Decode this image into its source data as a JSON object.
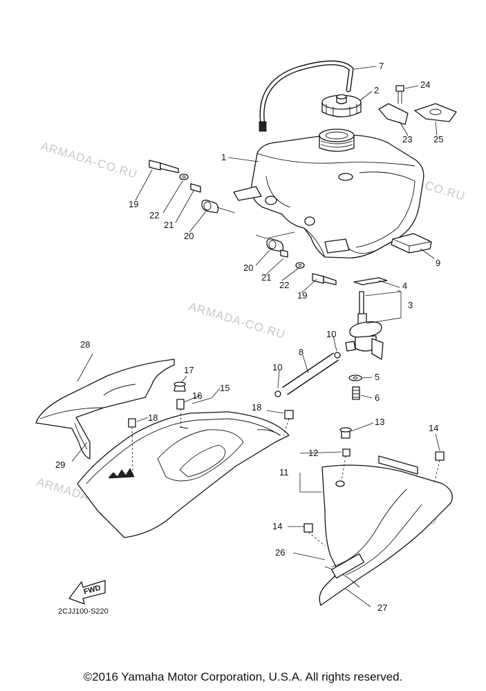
{
  "watermark": "ARMADA-CO.RU",
  "diagram_code": "2CJJ100-S220",
  "fwd_label": "FWD",
  "copyright": "©2016 Yamaha Motor Corporation, U.S.A. All rights reserved.",
  "callouts": {
    "c1": "1",
    "c2": "2",
    "c3": "3",
    "c4": "4",
    "c5": "5",
    "c6": "6",
    "c7": "7",
    "c8": "8",
    "c9": "9",
    "c10a": "10",
    "c10b": "10",
    "c11": "11",
    "c12": "12",
    "c13": "13",
    "c14a": "14",
    "c14b": "14",
    "c15": "15",
    "c16": "16",
    "c17": "17",
    "c18a": "18",
    "c18b": "18",
    "c19a": "19",
    "c19b": "19",
    "c20a": "20",
    "c20b": "20",
    "c21a": "21",
    "c21b": "21",
    "c22a": "22",
    "c22b": "22",
    "c23": "23",
    "c24": "24",
    "c25": "25",
    "c26": "26",
    "c27": "27",
    "c28": "28",
    "c29": "29"
  }
}
